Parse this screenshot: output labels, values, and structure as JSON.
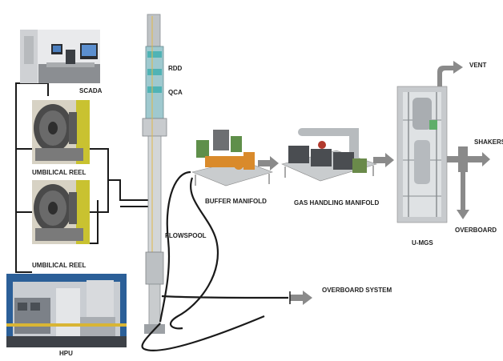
{
  "labels": {
    "scada": "SCADA",
    "umbilical_reel_1": "UMBILICAL REEL",
    "umbilical_reel_2": "UMBILICAL REEL",
    "hpu": "HPU",
    "rdd": "RDD",
    "qca": "QCA",
    "flowspool": "FLOWSPOOL",
    "buffer_manifold": "BUFFER MANIFOLD",
    "gas_handling_manifold": "GAS HANDLING MANIFOLD",
    "umgs": "U-MGS",
    "vent": "VENT",
    "shakers": "SHAKERS",
    "overboard": "OVERBOARD",
    "overboard_system": "OVERBOARD SYSTEM"
  },
  "colors": {
    "line": "#1a1a1a",
    "arrow": "#8a8a8a",
    "steel": "#c9c9c9",
    "photo_dark": "#3d3d3d",
    "orange": "#d98a2b",
    "green": "#5f8f4a",
    "cyan": "#4fb3b5",
    "blue": "#2a5f95"
  }
}
